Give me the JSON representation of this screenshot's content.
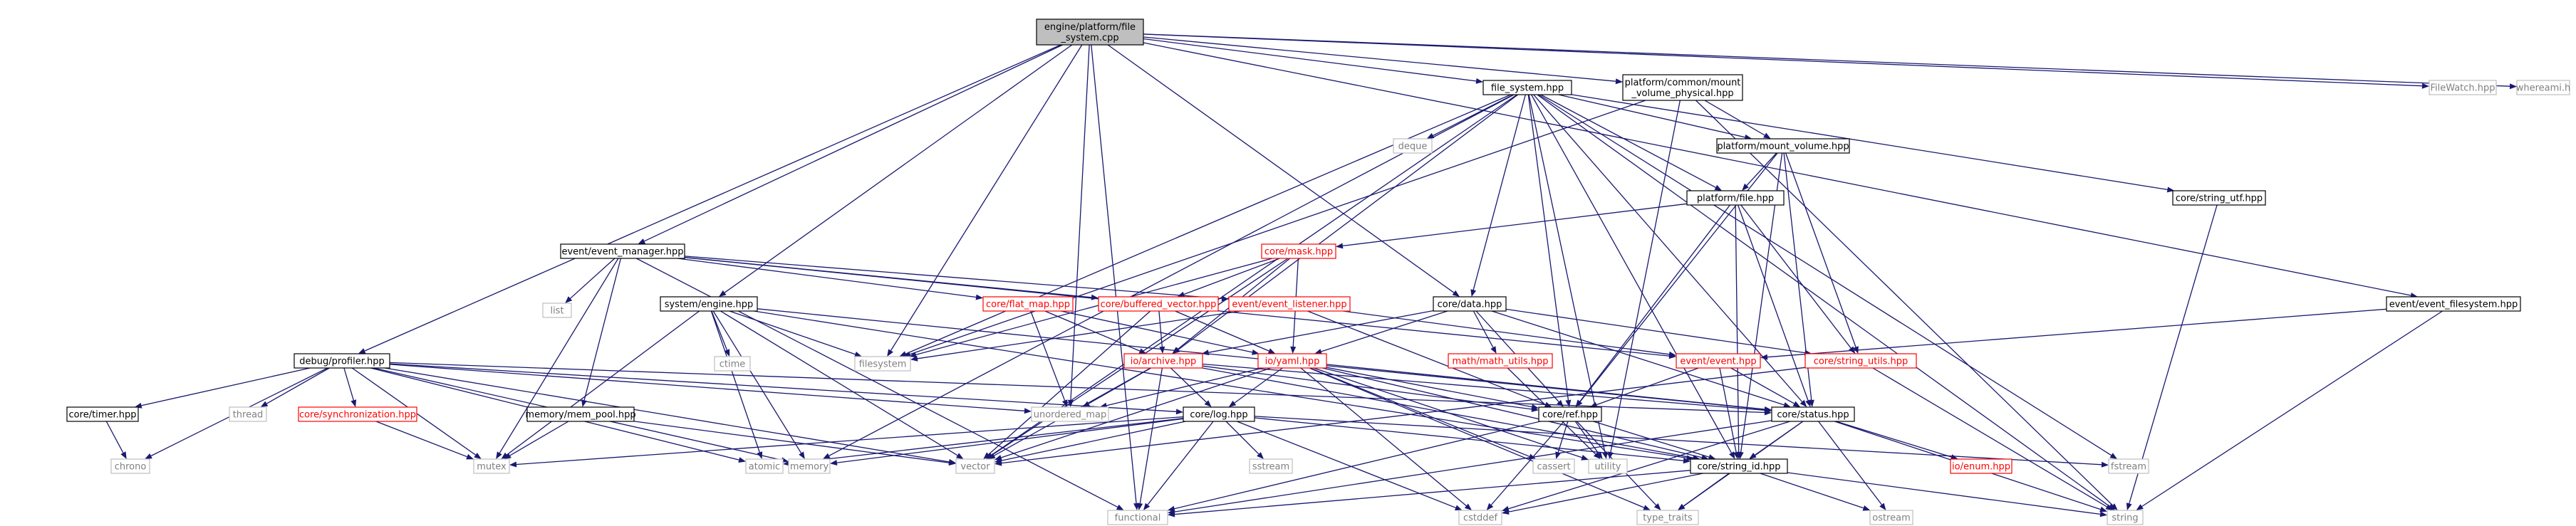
{
  "colors": {
    "edge": "#191970",
    "focus_fill": "#bfbfbf",
    "focus_border": "#000000",
    "documented_border": "#000000",
    "undocumented_border": "#ff0000",
    "system_border": "#bfbfbf",
    "system_text": "#808080",
    "undocumented_text": "#ff0000",
    "text": "#000000"
  },
  "nodes": [
    {
      "id": "root",
      "lines": [
        "engine/platform/file",
        "_system.cpp"
      ],
      "kind": "focus"
    },
    {
      "id": "file_system",
      "lines": [
        "file_system.hpp"
      ],
      "kind": "doc"
    },
    {
      "id": "mount_phys",
      "lines": [
        "platform/common/mount",
        "_volume_physical.hpp"
      ],
      "kind": "doc"
    },
    {
      "id": "filewatch",
      "lines": [
        "FileWatch.hpp"
      ],
      "kind": "sys"
    },
    {
      "id": "whereami",
      "lines": [
        "whereami.h"
      ],
      "kind": "sys"
    },
    {
      "id": "deque",
      "lines": [
        "deque"
      ],
      "kind": "sys"
    },
    {
      "id": "mount_volume",
      "lines": [
        "platform/mount_volume.hpp"
      ],
      "kind": "doc"
    },
    {
      "id": "platform_file",
      "lines": [
        "platform/file.hpp"
      ],
      "kind": "doc"
    },
    {
      "id": "string_utf",
      "lines": [
        "core/string_utf.hpp"
      ],
      "kind": "doc"
    },
    {
      "id": "event_manager",
      "lines": [
        "event/event_manager.hpp"
      ],
      "kind": "doc"
    },
    {
      "id": "list",
      "lines": [
        "list"
      ],
      "kind": "sys"
    },
    {
      "id": "engine",
      "lines": [
        "system/engine.hpp"
      ],
      "kind": "doc"
    },
    {
      "id": "mask",
      "lines": [
        "core/mask.hpp"
      ],
      "kind": "red"
    },
    {
      "id": "flat_map",
      "lines": [
        "core/flat_map.hpp"
      ],
      "kind": "red"
    },
    {
      "id": "buffered_vector",
      "lines": [
        "core/buffered_vector.hpp"
      ],
      "kind": "red"
    },
    {
      "id": "event_listener",
      "lines": [
        "event/event_listener.hpp"
      ],
      "kind": "red"
    },
    {
      "id": "data",
      "lines": [
        "core/data.hpp"
      ],
      "kind": "doc"
    },
    {
      "id": "event_filesystem",
      "lines": [
        "event/event_filesystem.hpp"
      ],
      "kind": "doc"
    },
    {
      "id": "ctime",
      "lines": [
        "ctime"
      ],
      "kind": "sys"
    },
    {
      "id": "filesystem",
      "lines": [
        "filesystem"
      ],
      "kind": "sys"
    },
    {
      "id": "math_utils",
      "lines": [
        "math/math_utils.hpp"
      ],
      "kind": "red"
    },
    {
      "id": "archive",
      "lines": [
        "io/archive.hpp"
      ],
      "kind": "red"
    },
    {
      "id": "yaml",
      "lines": [
        "io/yaml.hpp"
      ],
      "kind": "red"
    },
    {
      "id": "event",
      "lines": [
        "event/event.hpp"
      ],
      "kind": "red"
    },
    {
      "id": "string_utils",
      "lines": [
        "core/string_utils.hpp"
      ],
      "kind": "red"
    },
    {
      "id": "profiler",
      "lines": [
        "debug/profiler.hpp"
      ],
      "kind": "doc"
    },
    {
      "id": "timer",
      "lines": [
        "core/timer.hpp"
      ],
      "kind": "doc"
    },
    {
      "id": "thread",
      "lines": [
        "thread"
      ],
      "kind": "sys"
    },
    {
      "id": "synchronization",
      "lines": [
        "core/synchronization.hpp"
      ],
      "kind": "red"
    },
    {
      "id": "mem_pool",
      "lines": [
        "memory/mem_pool.hpp"
      ],
      "kind": "doc"
    },
    {
      "id": "unordered_map",
      "lines": [
        "unordered_map"
      ],
      "kind": "sys"
    },
    {
      "id": "log",
      "lines": [
        "core/log.hpp"
      ],
      "kind": "doc"
    },
    {
      "id": "ref",
      "lines": [
        "core/ref.hpp"
      ],
      "kind": "doc"
    },
    {
      "id": "status",
      "lines": [
        "core/status.hpp"
      ],
      "kind": "doc"
    },
    {
      "id": "chrono",
      "lines": [
        "chrono"
      ],
      "kind": "sys"
    },
    {
      "id": "mutex",
      "lines": [
        "mutex"
      ],
      "kind": "sys"
    },
    {
      "id": "atomic",
      "lines": [
        "atomic"
      ],
      "kind": "sys"
    },
    {
      "id": "memory",
      "lines": [
        "memory"
      ],
      "kind": "sys"
    },
    {
      "id": "vector",
      "lines": [
        "vector"
      ],
      "kind": "sys"
    },
    {
      "id": "sstream",
      "lines": [
        "sstream"
      ],
      "kind": "sys"
    },
    {
      "id": "cassert",
      "lines": [
        "cassert"
      ],
      "kind": "sys"
    },
    {
      "id": "utility",
      "lines": [
        "utility"
      ],
      "kind": "sys"
    },
    {
      "id": "string_id",
      "lines": [
        "core/string_id.hpp"
      ],
      "kind": "doc"
    },
    {
      "id": "fstream",
      "lines": [
        "fstream"
      ],
      "kind": "sys"
    },
    {
      "id": "enum",
      "lines": [
        "io/enum.hpp"
      ],
      "kind": "red"
    },
    {
      "id": "functional",
      "lines": [
        "functional"
      ],
      "kind": "sys"
    },
    {
      "id": "cstddef",
      "lines": [
        "cstddef"
      ],
      "kind": "sys"
    },
    {
      "id": "type_traits",
      "lines": [
        "type_traits"
      ],
      "kind": "sys"
    },
    {
      "id": "ostream",
      "lines": [
        "ostream"
      ],
      "kind": "sys"
    },
    {
      "id": "string",
      "lines": [
        "string"
      ],
      "kind": "sys"
    }
  ],
  "edges": [
    [
      "root",
      "file_system"
    ],
    [
      "root",
      "mount_phys"
    ],
    [
      "root",
      "filewatch"
    ],
    [
      "root",
      "whereami"
    ],
    [
      "root",
      "event_manager"
    ],
    [
      "root",
      "engine"
    ],
    [
      "root",
      "data"
    ],
    [
      "root",
      "profiler"
    ],
    [
      "root",
      "filesystem"
    ],
    [
      "root",
      "event_filesystem"
    ],
    [
      "root",
      "functional"
    ],
    [
      "root",
      "unordered_map"
    ],
    [
      "file_system",
      "deque"
    ],
    [
      "file_system",
      "mount_volume"
    ],
    [
      "file_system",
      "platform_file"
    ],
    [
      "file_system",
      "string_utf"
    ],
    [
      "file_system",
      "data"
    ],
    [
      "file_system",
      "filesystem"
    ],
    [
      "file_system",
      "vector"
    ],
    [
      "file_system",
      "memory"
    ],
    [
      "file_system",
      "string"
    ],
    [
      "file_system",
      "fstream"
    ],
    [
      "file_system",
      "status"
    ],
    [
      "file_system",
      "ref"
    ],
    [
      "file_system",
      "utility"
    ],
    [
      "file_system",
      "string_id"
    ],
    [
      "file_system",
      "archive"
    ],
    [
      "mount_phys",
      "mount_volume"
    ],
    [
      "mount_phys",
      "filesystem"
    ],
    [
      "mount_phys",
      "utility"
    ],
    [
      "mount_phys",
      "string"
    ],
    [
      "mount_volume",
      "platform_file"
    ],
    [
      "mount_volume",
      "status"
    ],
    [
      "mount_volume",
      "ref"
    ],
    [
      "mount_volume",
      "string_utils"
    ],
    [
      "mount_volume",
      "string_id"
    ],
    [
      "platform_file",
      "mask"
    ],
    [
      "platform_file",
      "status"
    ],
    [
      "platform_file",
      "ref"
    ],
    [
      "platform_file",
      "string_utils"
    ],
    [
      "platform_file",
      "string_id"
    ],
    [
      "string_utf",
      "string"
    ],
    [
      "event_manager",
      "list"
    ],
    [
      "event_manager",
      "mutex"
    ],
    [
      "event_manager",
      "functional"
    ],
    [
      "event_manager",
      "flat_map"
    ],
    [
      "event_manager",
      "buffered_vector"
    ],
    [
      "event_manager",
      "event_listener"
    ],
    [
      "event_manager",
      "mem_pool"
    ],
    [
      "event_manager",
      "event"
    ],
    [
      "engine",
      "ctime"
    ],
    [
      "engine",
      "filesystem"
    ],
    [
      "engine",
      "atomic"
    ],
    [
      "engine",
      "memory"
    ],
    [
      "engine",
      "vector"
    ],
    [
      "engine",
      "mutex"
    ],
    [
      "engine",
      "status"
    ],
    [
      "engine",
      "string_id"
    ],
    [
      "mask",
      "filesystem"
    ],
    [
      "mask",
      "buffered_vector"
    ],
    [
      "mask",
      "yaml"
    ],
    [
      "mask",
      "archive"
    ],
    [
      "mask",
      "vector"
    ],
    [
      "flat_map",
      "archive"
    ],
    [
      "flat_map",
      "unordered_map"
    ],
    [
      "flat_map",
      "yaml"
    ],
    [
      "buffered_vector",
      "archive"
    ],
    [
      "buffered_vector",
      "vector"
    ],
    [
      "buffered_vector",
      "yaml"
    ],
    [
      "event_listener",
      "event"
    ],
    [
      "event_listener",
      "filesystem"
    ],
    [
      "event_listener",
      "ref"
    ],
    [
      "data",
      "math_utils"
    ],
    [
      "data",
      "archive"
    ],
    [
      "data",
      "yaml"
    ],
    [
      "data",
      "ref"
    ],
    [
      "data",
      "string_utils"
    ],
    [
      "data",
      "status"
    ],
    [
      "event_filesystem",
      "event"
    ],
    [
      "event_filesystem",
      "string"
    ],
    [
      "math_utils",
      "utility"
    ],
    [
      "archive",
      "log"
    ],
    [
      "archive",
      "ref"
    ],
    [
      "archive",
      "unordered_map"
    ],
    [
      "archive",
      "vector"
    ],
    [
      "archive",
      "string_id"
    ],
    [
      "archive",
      "status"
    ],
    [
      "archive",
      "functional"
    ],
    [
      "yaml",
      "log"
    ],
    [
      "yaml",
      "ref"
    ],
    [
      "yaml",
      "unordered_map"
    ],
    [
      "yaml",
      "vector"
    ],
    [
      "yaml",
      "cassert"
    ],
    [
      "yaml",
      "cstddef"
    ],
    [
      "yaml",
      "type_traits"
    ],
    [
      "yaml",
      "string_id"
    ],
    [
      "yaml",
      "status"
    ],
    [
      "yaml",
      "utility"
    ],
    [
      "event",
      "ref"
    ],
    [
      "event",
      "string_id"
    ],
    [
      "event",
      "status"
    ],
    [
      "string_utils",
      "vector"
    ],
    [
      "string_utils",
      "string"
    ],
    [
      "profiler",
      "timer"
    ],
    [
      "profiler",
      "thread"
    ],
    [
      "profiler",
      "synchronization"
    ],
    [
      "profiler",
      "chrono"
    ],
    [
      "profiler",
      "mutex"
    ],
    [
      "profiler",
      "atomic"
    ],
    [
      "profiler",
      "unordered_map"
    ],
    [
      "profiler",
      "vector"
    ],
    [
      "profiler",
      "memory"
    ],
    [
      "profiler",
      "status"
    ],
    [
      "profiler",
      "log"
    ],
    [
      "timer",
      "chrono"
    ],
    [
      "synchronization",
      "mutex"
    ],
    [
      "mem_pool",
      "mutex"
    ],
    [
      "mem_pool",
      "vector"
    ],
    [
      "log",
      "mutex"
    ],
    [
      "log",
      "atomic"
    ],
    [
      "log",
      "memory"
    ],
    [
      "log",
      "vector"
    ],
    [
      "log",
      "sstream"
    ],
    [
      "log",
      "string_id"
    ],
    [
      "log",
      "fstream"
    ],
    [
      "log",
      "functional"
    ],
    [
      "log",
      "cstddef"
    ],
    [
      "ref",
      "cassert"
    ],
    [
      "ref",
      "utility"
    ],
    [
      "ref",
      "type_traits"
    ],
    [
      "ref",
      "cstddef"
    ],
    [
      "ref",
      "string_id"
    ],
    [
      "ref",
      "functional"
    ],
    [
      "status",
      "string_id"
    ],
    [
      "status",
      "enum"
    ],
    [
      "status",
      "string"
    ],
    [
      "status",
      "ostream"
    ],
    [
      "status",
      "type_traits"
    ],
    [
      "status",
      "cstddef"
    ],
    [
      "status",
      "functional"
    ],
    [
      "string_id",
      "functional"
    ],
    [
      "string_id",
      "cstddef"
    ],
    [
      "string_id",
      "type_traits"
    ],
    [
      "string_id",
      "ostream"
    ],
    [
      "string_id",
      "string"
    ]
  ]
}
